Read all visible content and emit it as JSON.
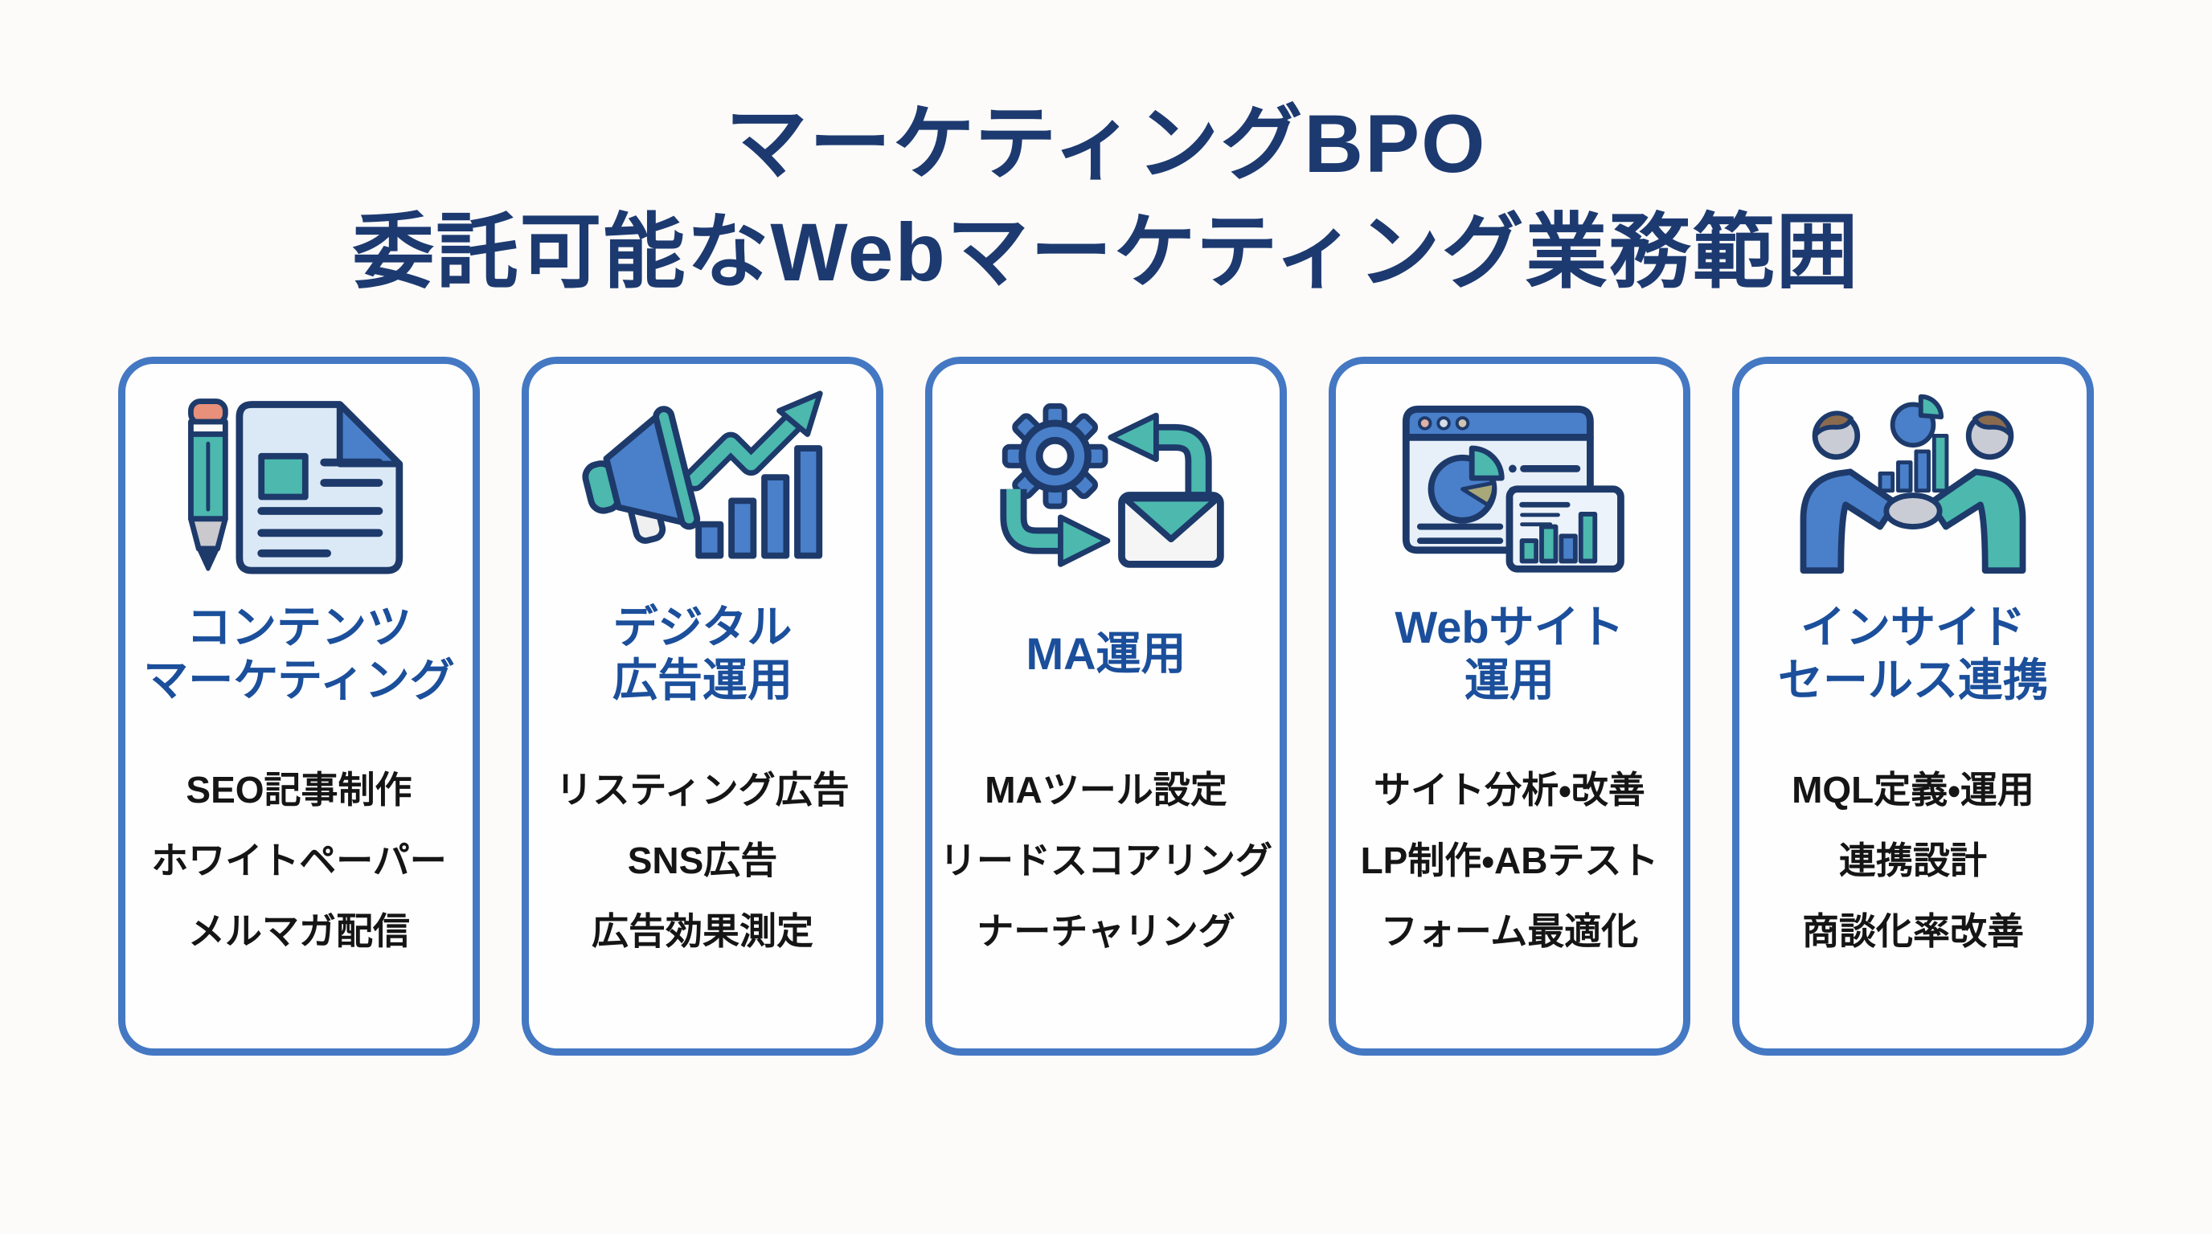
{
  "header": {
    "title_line1": "マーケティングBPO",
    "title_line2": "委託可能なWebマーケティング業務範囲"
  },
  "colors": {
    "background": "#fcfbfa",
    "card_border": "#4478c3",
    "card_background": "#fefefe",
    "heading_navy": "#1d3a70",
    "card_title_blue": "#1b4f9b",
    "item_text": "#151515",
    "icon_navy_outline": "#1d3a6b",
    "icon_blue": "#4a7fc9",
    "icon_teal": "#4cb8ae",
    "icon_light_blue": "#dbe9f6",
    "icon_salmon": "#e8907a"
  },
  "cards": [
    {
      "id": "content-marketing",
      "icon": "pencil-document-icon",
      "title_lines": [
        "コンテンツ",
        "マーケティング"
      ],
      "items": [
        "SEO記事制作",
        "ホワイトペーパー",
        "メルマガ配信"
      ]
    },
    {
      "id": "digital-ads",
      "icon": "megaphone-chart-icon",
      "title_lines": [
        "デジタル",
        "広告運用"
      ],
      "items": [
        "リスティング広告",
        "SNS広告",
        "広告効果測定"
      ]
    },
    {
      "id": "ma-operation",
      "icon": "gear-mail-icon",
      "title_lines": [
        "MA運用"
      ],
      "items": [
        "MAツール設定",
        "リードスコアリング",
        "ナーチャリング"
      ]
    },
    {
      "id": "website-operation",
      "icon": "browser-analytics-icon",
      "title_lines": [
        "Webサイト",
        "運用"
      ],
      "items": [
        "サイト分析・改善",
        "LP制作・ABテスト",
        "フォーム最適化"
      ]
    },
    {
      "id": "inside-sales",
      "icon": "handshake-icon",
      "title_lines": [
        "インサイド",
        "セールス連携"
      ],
      "items": [
        "MQL定義・運用",
        "連携設計",
        "商談化率改善"
      ]
    }
  ]
}
